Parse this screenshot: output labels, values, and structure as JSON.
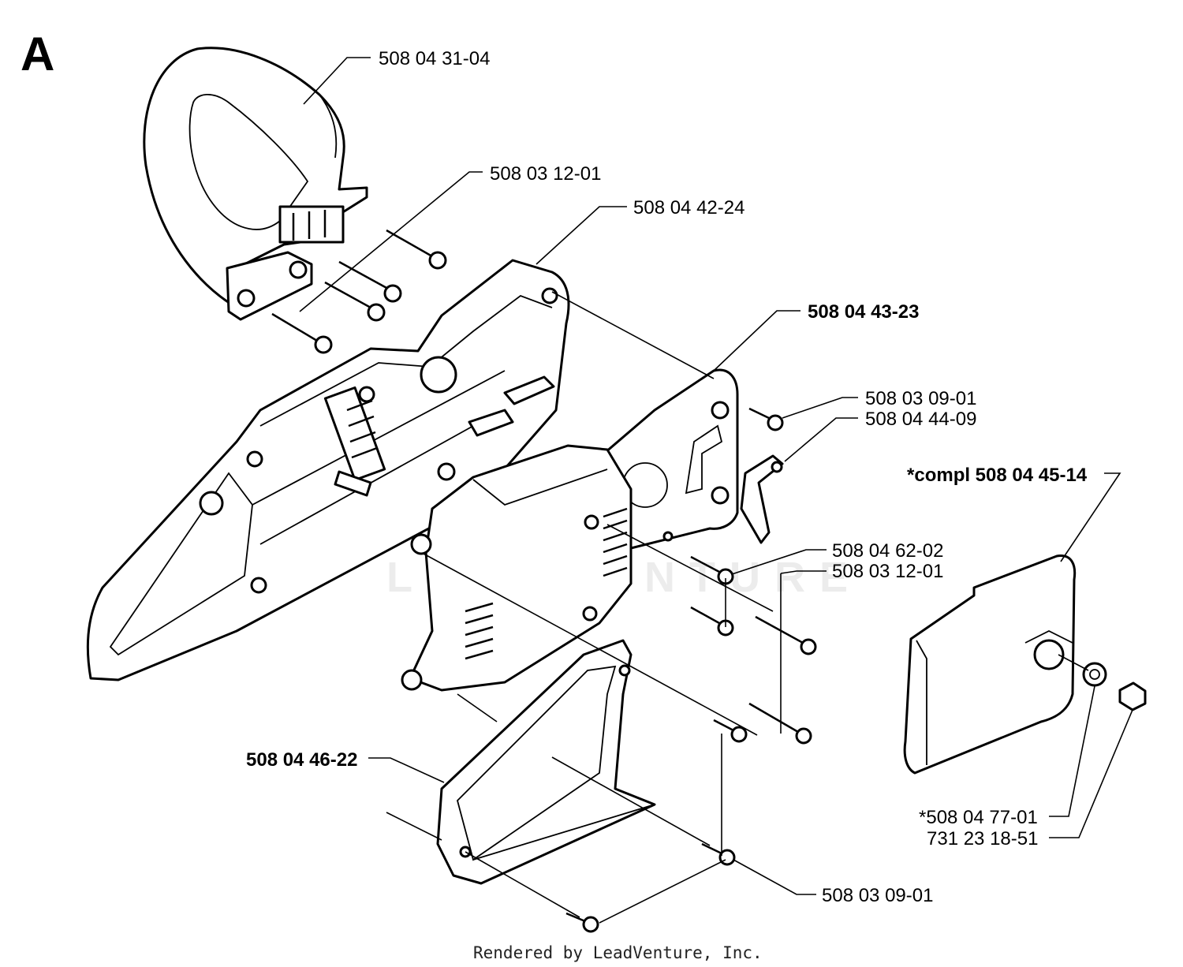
{
  "section_letter": "A",
  "watermark": "LEADVENTURE",
  "footer": "Rendered by LeadVenture, Inc.",
  "callouts": {
    "handle": "508 04 31-04",
    "screw_handle": "508 03 12-01",
    "housing": "508 04 42-24",
    "cover_assy": "508 04 43-23",
    "screw_top": "508 03 09-01",
    "bracket": "508 04 44-09",
    "compl_cover": "*compl 508 04 45-14",
    "screw_mid": "508 04 62-02",
    "screw_long": "508 03 12-01",
    "lower_guard": "508 04 46-22",
    "washer": "*508 04 77-01",
    "nut": "731 23 18-51",
    "screw_bottom": "508 03 09-01"
  }
}
